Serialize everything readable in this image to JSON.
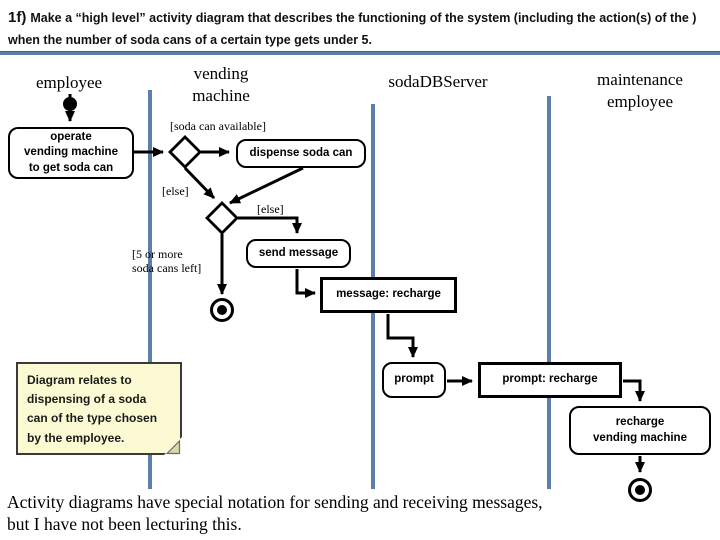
{
  "title": {
    "prefix": "1f)",
    "text": "Make a “high level” activity diagram that describes the functioning of the system (including the action(s) of the ) when the number of soda cans of a certain type gets under 5."
  },
  "lanes": {
    "employee": "employee",
    "vending_machine": "vending\nmachine",
    "soda_db_server": "sodaDBServer",
    "maintenance_employee": "maintenance\nemployee"
  },
  "nodes": {
    "operate": "operate\nvending machine\nto get soda can",
    "dispense": "dispense soda can",
    "send_message": "send message",
    "message_recharge": "message: recharge",
    "prompt": "prompt",
    "prompt_recharge": "prompt: recharge",
    "recharge_machine": "recharge\nvending machine"
  },
  "guards": {
    "soda_available": "[soda can available]",
    "else1": "[else]",
    "else2": "[else]",
    "five_or_more": "[5 or more\nsoda cans left]"
  },
  "note": {
    "text": "Diagram relates to dispensing of a soda can of the type chosen by the employee."
  },
  "footer": {
    "text": "Activity diagrams have special notation for sending and receiving messages,\nbut I have not been lecturing this."
  },
  "colors": {
    "divider": "#5b7fa6",
    "note_bg": "#fbfad2",
    "ink": "#000000"
  }
}
